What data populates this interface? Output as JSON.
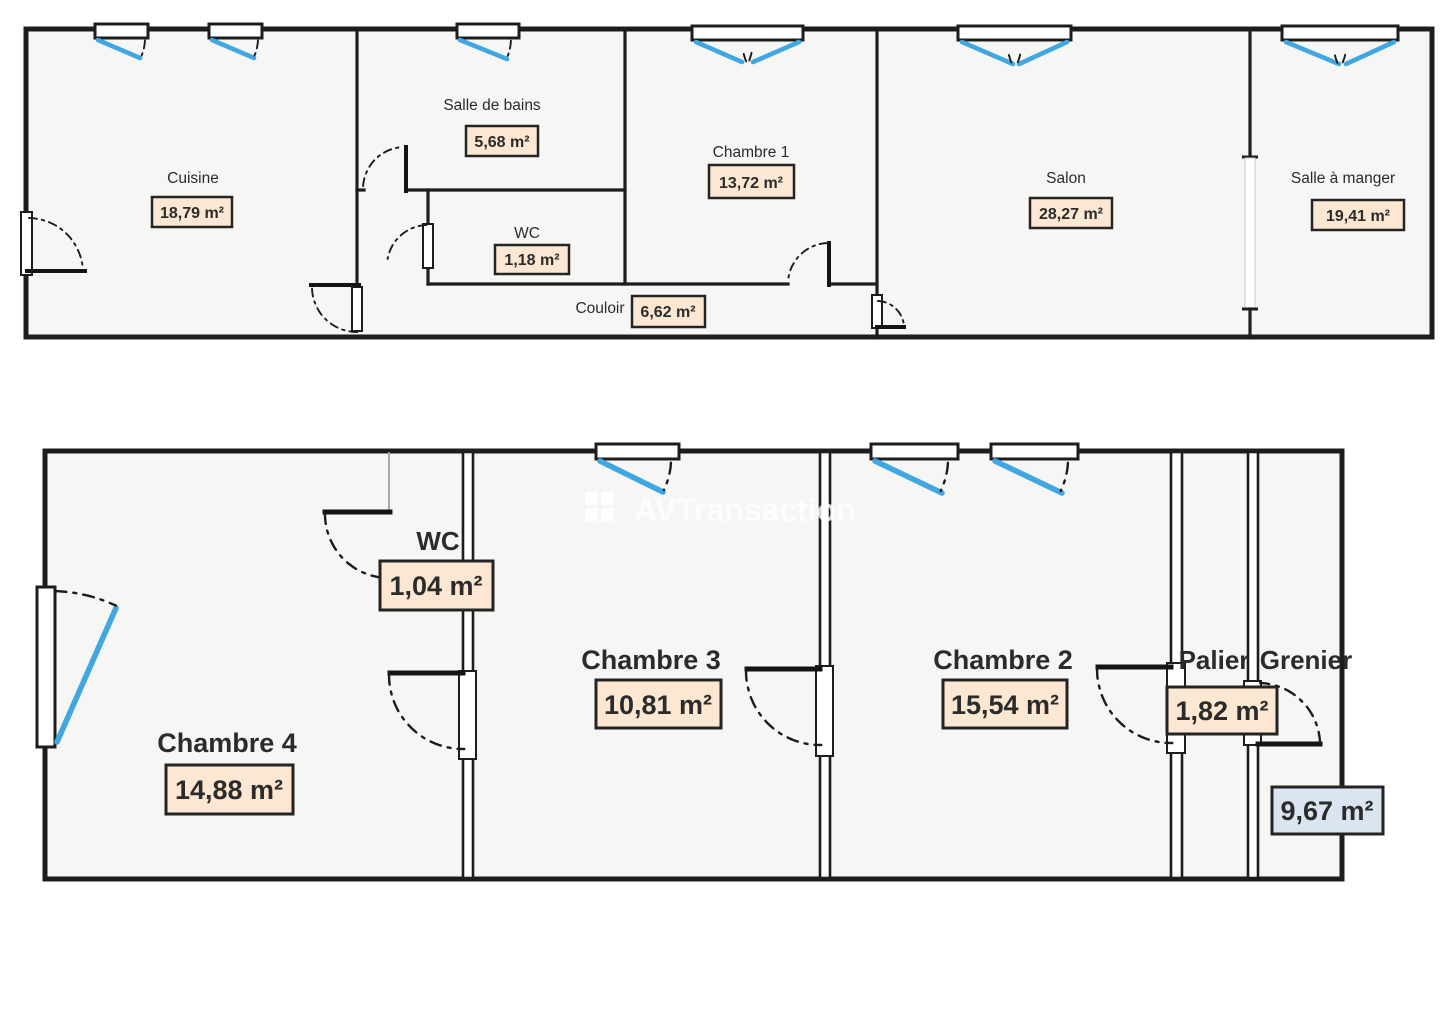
{
  "watermark": {
    "brand": "AVTransaction"
  },
  "colors": {
    "accent_blue": "#41a7e0",
    "area_box_fill": "#fbe7d2",
    "grenier_box_fill": "#dbe5f1",
    "wall": "#1d1d1b",
    "room_fill": "#f6f6f4"
  },
  "floor1": {
    "cuisine": {
      "label": "Cuisine",
      "area": "18,79 m²"
    },
    "salle_de_bains": {
      "label": "Salle de bains",
      "area": "5,68 m²"
    },
    "wc": {
      "label": "WC",
      "area": "1,18 m²"
    },
    "chambre1": {
      "label": "Chambre 1",
      "area": "13,72 m²"
    },
    "couloir": {
      "label": "Couloir",
      "area": "6,62 m²"
    },
    "salon": {
      "label": "Salon",
      "area": "28,27 m²"
    },
    "salle_a_manger": {
      "label": "Salle à manger",
      "area": "19,41 m²"
    }
  },
  "floor2": {
    "chambre4": {
      "label": "Chambre 4",
      "area": "14,88 m²"
    },
    "wc": {
      "label": "WC",
      "area": "1,04 m²"
    },
    "chambre3": {
      "label": "Chambre 3",
      "area": "10,81 m²"
    },
    "chambre2": {
      "label": "Chambre 2",
      "area": "15,54 m²"
    },
    "palier": {
      "label": "Palier",
      "area": "1,82 m²"
    },
    "grenier": {
      "label": "Grenier",
      "area": "9,67 m²"
    }
  }
}
